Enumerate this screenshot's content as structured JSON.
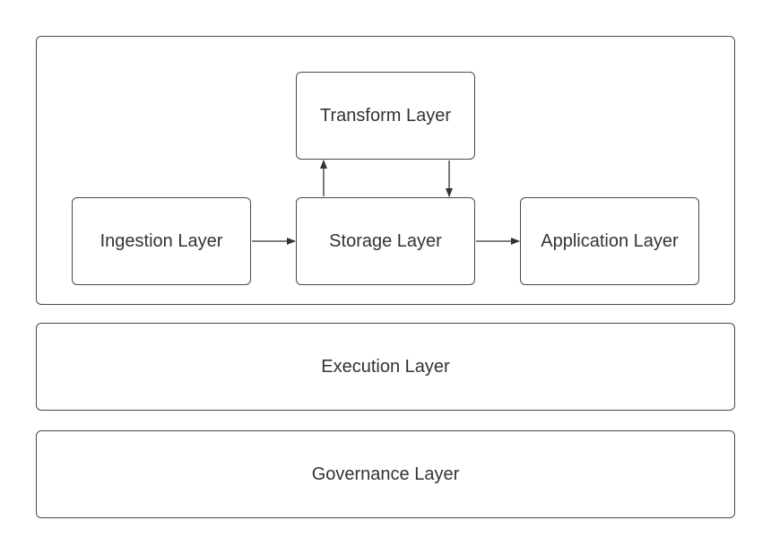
{
  "diagram": {
    "nodes": {
      "transform": "Transform Layer",
      "ingestion": "Ingestion Layer",
      "storage": "Storage Layer",
      "application": "Application Layer",
      "execution": "Execution Layer",
      "governance": "Governance Layer"
    },
    "edges": [
      {
        "from": "ingestion",
        "to": "storage"
      },
      {
        "from": "storage",
        "to": "application"
      },
      {
        "from": "storage",
        "to": "transform"
      },
      {
        "from": "transform",
        "to": "storage"
      }
    ],
    "colors": {
      "stroke": "#4a4a4a",
      "text": "#333333",
      "background": "#ffffff"
    }
  }
}
